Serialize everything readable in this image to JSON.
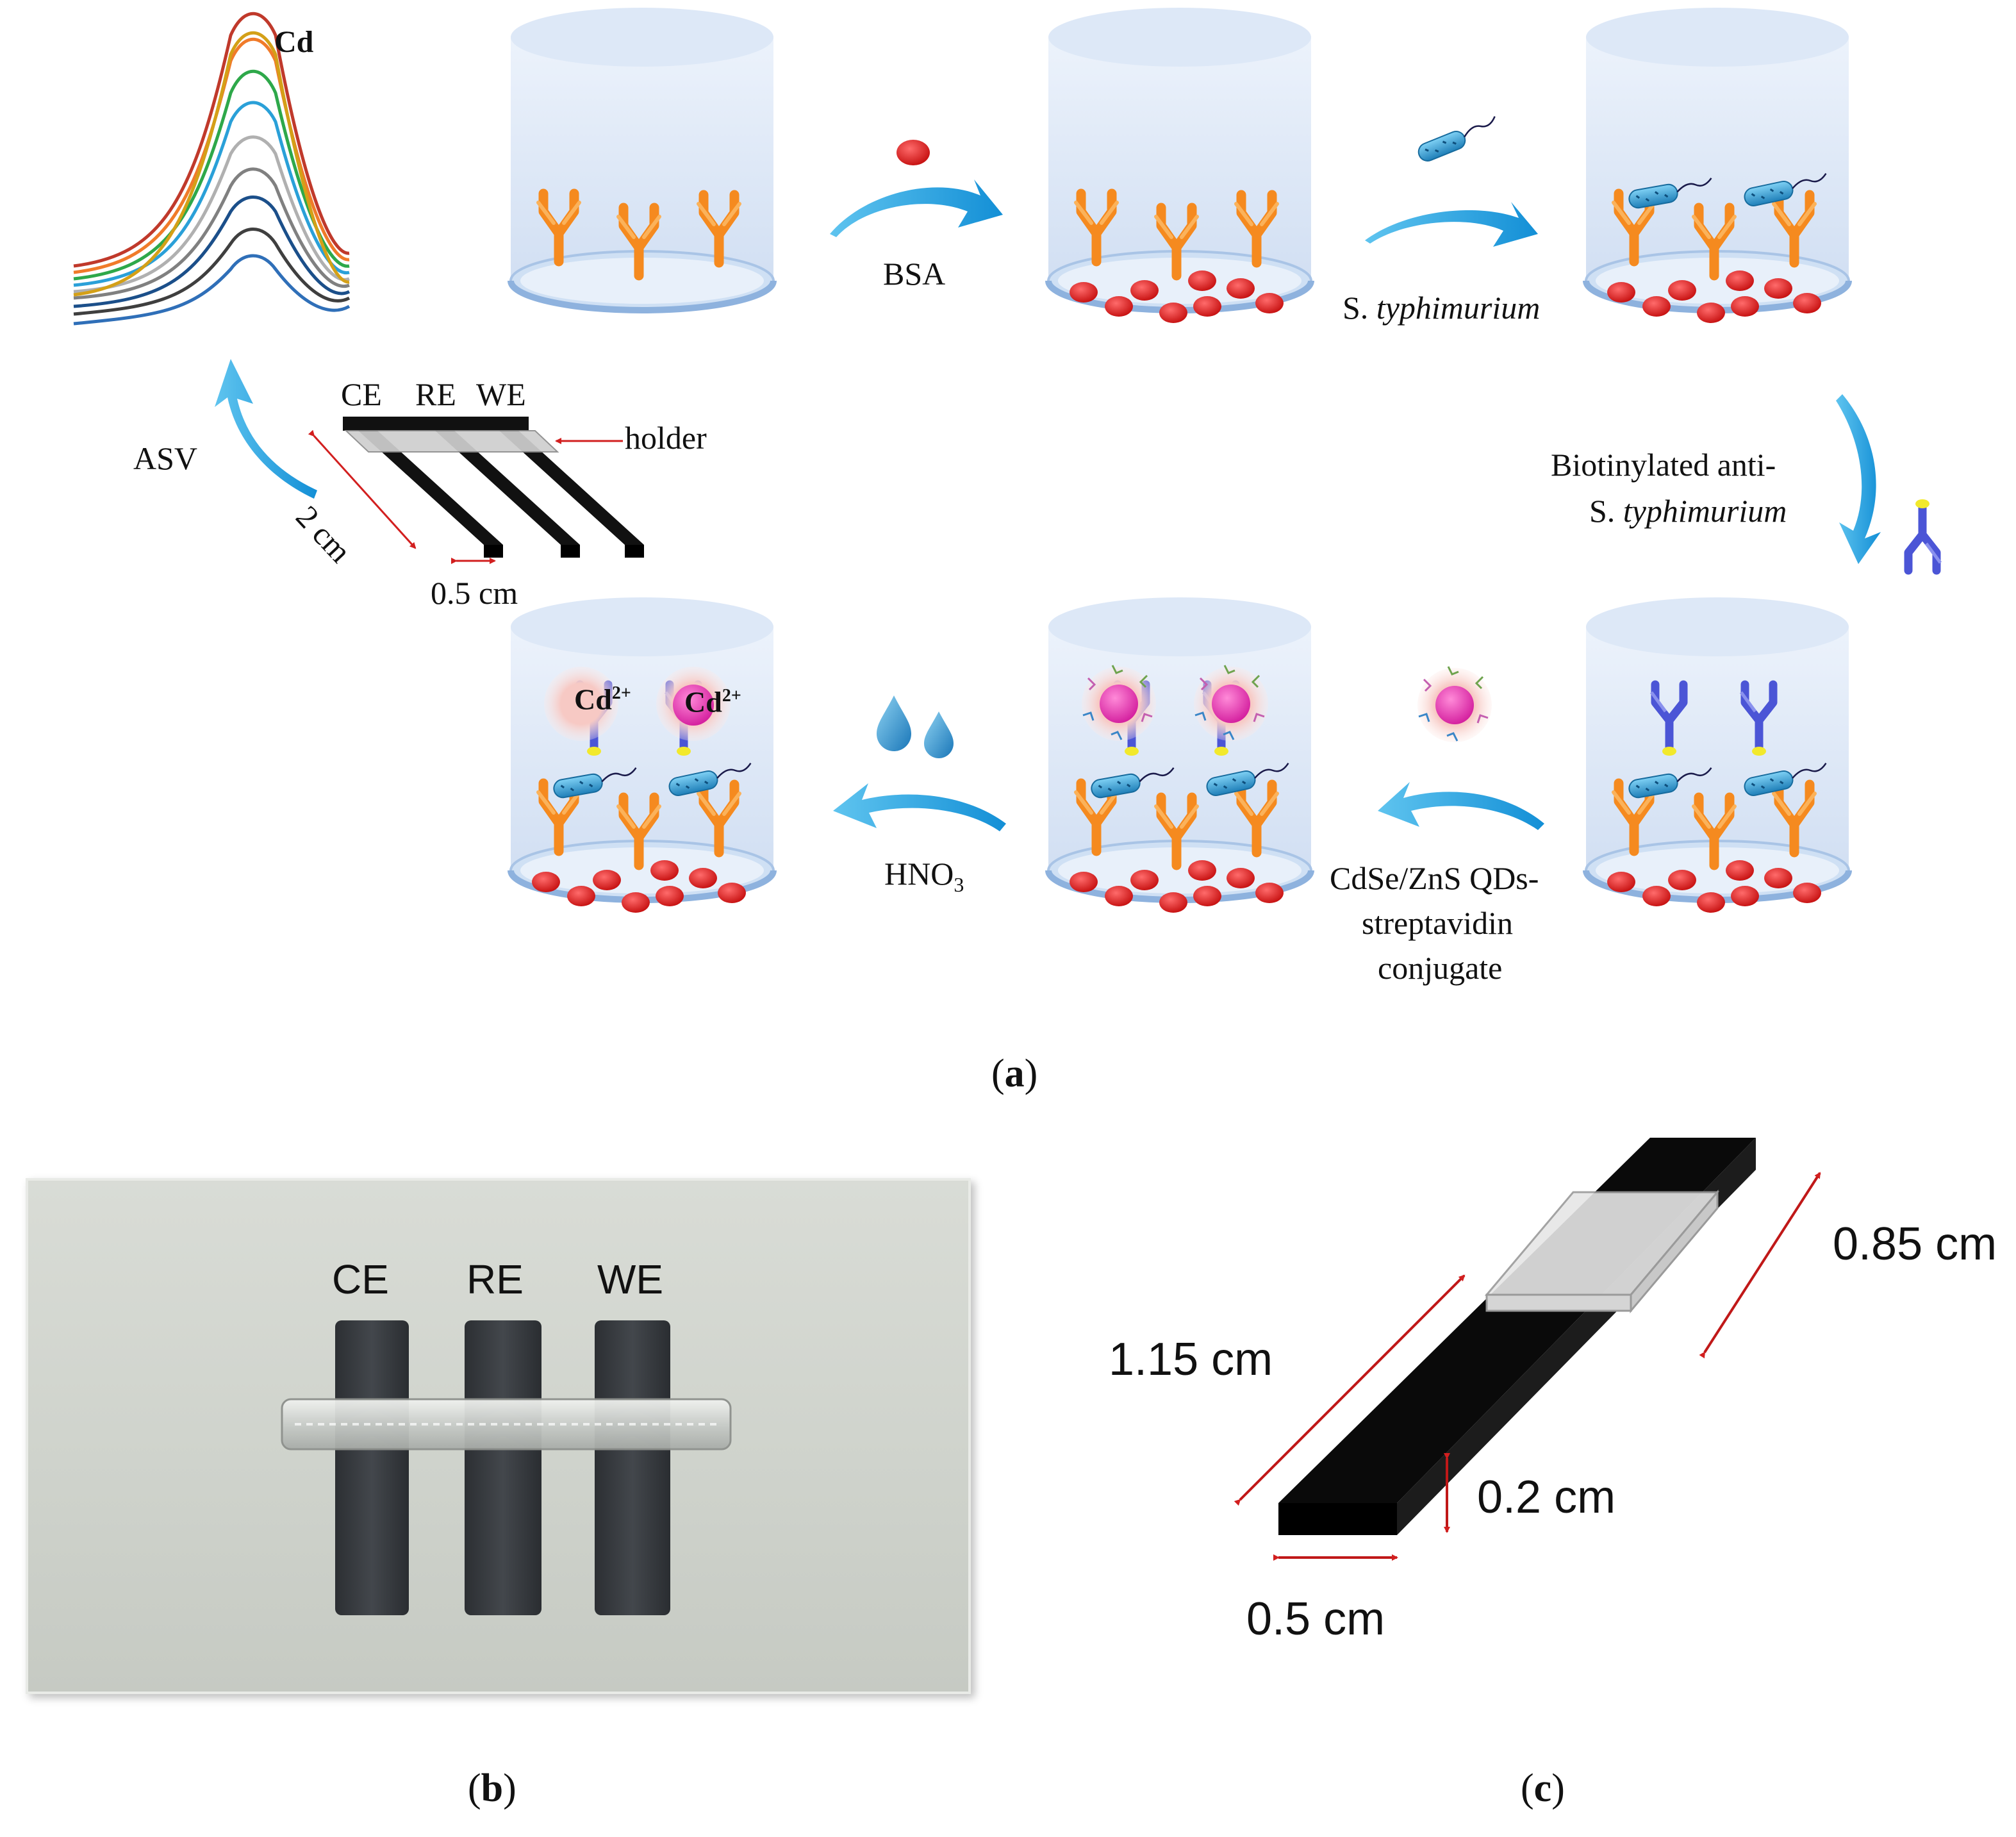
{
  "panel_a": {
    "caption_letter": "a",
    "plot_label": "Cd",
    "step_labels": {
      "bsa": "BSA",
      "s_typhimurium_prefix": "S. ",
      "s_typhimurium_italic": "typhimurium",
      "biotin_line1": "Biotinylated anti-",
      "biotin_line2_prefix": "S. ",
      "biotin_line2_italic": "typhimurium",
      "qd_line1": "CdSe/ZnS QDs-",
      "qd_line2": "streptavidin",
      "qd_line3": "conjugate",
      "hno3_main": "HNO",
      "hno3_sub": "3",
      "asv": "ASV"
    },
    "electrode_labels": {
      "ce": "CE",
      "re": "RE",
      "we": "WE",
      "holder": "holder",
      "length": "2 cm",
      "width": "0.5 cm"
    },
    "cd_ion": {
      "base": "Cd",
      "sup": "2+"
    },
    "curve_colors": [
      "#2f6fb8",
      "#3f3f3f",
      "#1b4f8a",
      "#808080",
      "#b0b0b0",
      "#2aa0d8",
      "#2ea84a",
      "#f07b2a",
      "#c0392b",
      "#d4a017"
    ]
  },
  "panel_b": {
    "caption_letter": "b",
    "labels": {
      "ce": "CE",
      "re": "RE",
      "we": "WE"
    }
  },
  "panel_c": {
    "caption_letter": "c",
    "dims": {
      "length": "1.15 cm",
      "holder": "0.85 cm",
      "height": "0.2 cm",
      "width": "0.5 cm"
    }
  }
}
